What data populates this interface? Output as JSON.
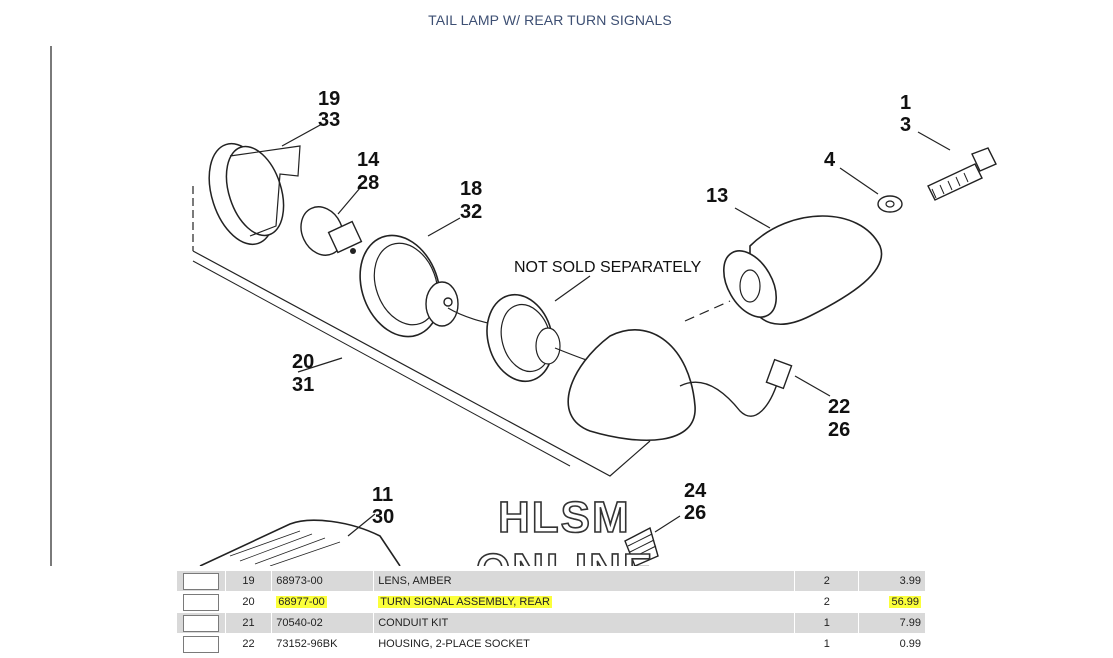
{
  "page": {
    "title": "TAIL LAMP W/ REAR TURN SIGNALS"
  },
  "diagram": {
    "callouts": {
      "c19": "19",
      "c33": "33",
      "c14": "14",
      "c28": "28",
      "c18": "18",
      "c32": "32",
      "c1": "1",
      "c3": "3",
      "c4": "4",
      "c13": "13",
      "c20": "20",
      "c31": "31",
      "c22": "22",
      "c26a": "26",
      "c11": "11",
      "c30": "30",
      "c24": "24",
      "c26b": "26"
    },
    "note": "NOT SOLD SEPARATELY",
    "watermark_line1": "HLSM",
    "watermark_line2": "ONLINE"
  },
  "parts_table": {
    "rows": [
      {
        "ref": "19",
        "part": "68973-00",
        "desc": "LENS, AMBER",
        "qty": "2",
        "price": "3.99",
        "highlighted": false
      },
      {
        "ref": "20",
        "part": "68977-00",
        "desc": "TURN SIGNAL ASSEMBLY, REAR",
        "qty": "2",
        "price": "56.99",
        "highlighted": true
      },
      {
        "ref": "21",
        "part": "70540-02",
        "desc": "CONDUIT KIT",
        "qty": "1",
        "price": "7.99",
        "highlighted": false
      },
      {
        "ref": "22",
        "part": "73152-96BK",
        "desc": "HOUSING, 2-PLACE SOCKET",
        "qty": "1",
        "price": "0.99",
        "highlighted": false
      }
    ]
  },
  "colors": {
    "title": "#3d4f73",
    "row_shade": "#d9d9d9",
    "highlight": "#fbff3a"
  }
}
